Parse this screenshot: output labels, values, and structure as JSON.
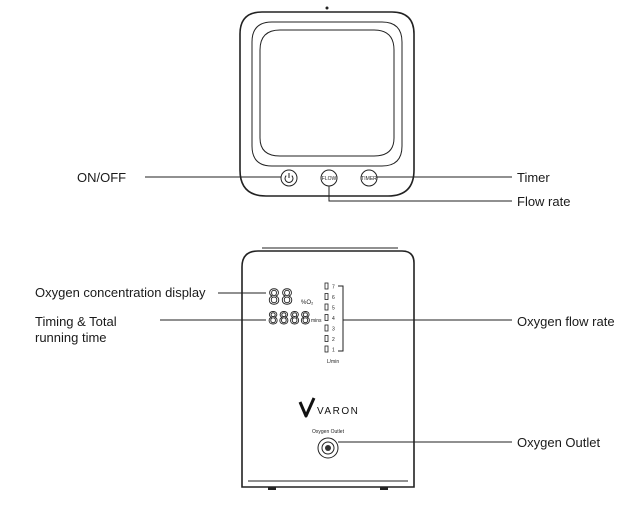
{
  "top_view": {
    "labels": {
      "on_off": "ON/OFF",
      "timer": "Timer",
      "flow_rate": "Flow rate"
    },
    "buttons": {
      "flow": "FLOW",
      "timer": "TIMER"
    }
  },
  "front_view": {
    "labels": {
      "oxygen_concentration_display": "Oxygen concentration display",
      "timing_line1": "Timing & Total",
      "timing_line2": "running time",
      "oxygen_flow_rate": "Oxygen flow rate",
      "oxygen_outlet": "Oxygen Outlet"
    },
    "display": {
      "concentration_digits": "88",
      "concentration_unit": "%O₂",
      "time_digits": "8888",
      "time_unit": "mins"
    },
    "flow_scale": {
      "levels": [
        "7",
        "6",
        "5",
        "4",
        "3",
        "2",
        "1"
      ],
      "unit": "L/min"
    },
    "brand": "VARON",
    "outlet_label": "Oxygen Outlet"
  }
}
